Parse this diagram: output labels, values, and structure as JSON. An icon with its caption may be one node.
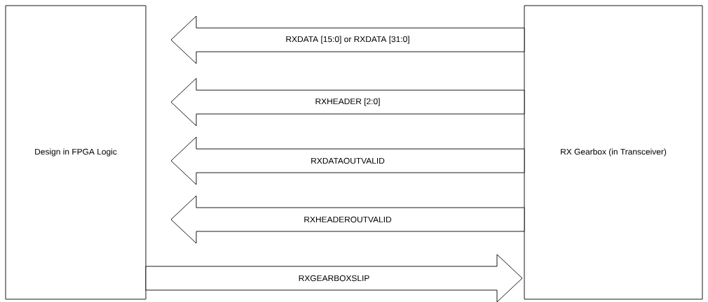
{
  "diagram": {
    "nodes": [
      {
        "text": [
          "Design in FPGA Logic"
        ]
      },
      {
        "text": [
          "RX Gearbox (in Transceiver)"
        ]
      }
    ],
    "edges": [
      {
        "from": 1,
        "to": 0,
        "arrow": "to",
        "label": "RXDATA [15:0] or RXDATA [31:0]"
      },
      {
        "from": 1,
        "to": 0,
        "arrow": "to",
        "label": "RXHEADER [2:0]"
      },
      {
        "from": 1,
        "to": 0,
        "arrow": "to",
        "label": "RXDATAOUTVALID"
      },
      {
        "from": 1,
        "to": 0,
        "arrow": "to",
        "label": "RXHEADEROUTVALID"
      },
      {
        "from": 0,
        "to": 1,
        "arrow": "to",
        "label": "RXGEARBOXSLIP"
      }
    ]
  }
}
